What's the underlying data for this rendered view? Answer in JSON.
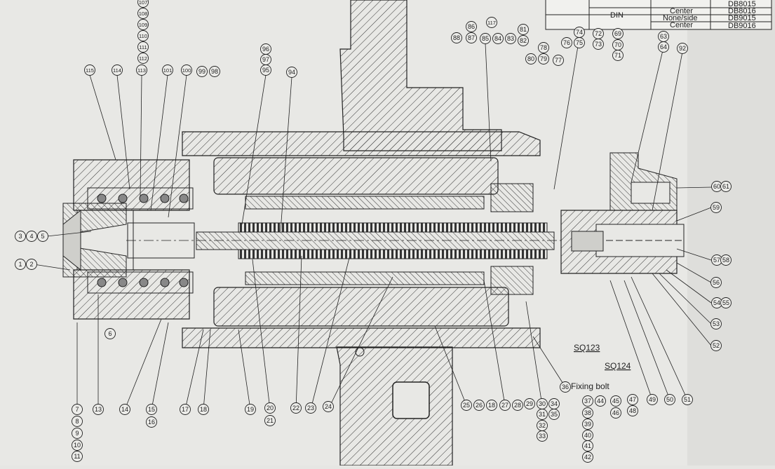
{
  "table": {
    "rows": [
      {
        "group": "",
        "type": "",
        "code": "DB8015"
      },
      {
        "group": "",
        "type": "Center",
        "code": "DB8016"
      },
      {
        "group": "DIN",
        "type": "None/side",
        "code": "DB9015"
      },
      {
        "group": "",
        "type": "Center",
        "code": "DB9016"
      }
    ]
  },
  "annotations": {
    "sq123": "SQ123",
    "sq124": "SQ124",
    "fixing_bolt": "Fixing bolt"
  },
  "callouts_top": [
    "115",
    "114",
    "113",
    "101",
    "100",
    "99",
    "98",
    "97",
    "96",
    "95",
    "94",
    "88",
    "87",
    "86",
    "117",
    "85",
    "84",
    "83",
    "82",
    "81",
    "80",
    "79",
    "78",
    "77",
    "76",
    "75",
    "74",
    "73",
    "72",
    "71",
    "70",
    "69",
    "64",
    "63",
    "92"
  ],
  "callouts_left_column": [
    "107",
    "108",
    "109",
    "110",
    "111",
    "112"
  ],
  "callouts_bottom_row": [
    "7",
    "13",
    "14",
    "15",
    "16",
    "17",
    "18",
    "19",
    "20",
    "21",
    "22",
    "23",
    "24",
    "25",
    "26",
    "18",
    "27",
    "28",
    "29",
    "30",
    "31",
    "32",
    "33",
    "34",
    "35",
    "36",
    "37",
    "38",
    "39",
    "40",
    "41",
    "42",
    "44",
    "45",
    "46",
    "47",
    "48",
    "49",
    "50",
    "51"
  ],
  "callouts_bottom_left_column": [
    "8",
    "9",
    "10",
    "11"
  ],
  "callouts_sides": [
    "3",
    "4",
    "5",
    "1",
    "2",
    "6",
    "60",
    "61",
    "59",
    "57",
    "58",
    "56",
    "54",
    "55",
    "53",
    "52"
  ]
}
